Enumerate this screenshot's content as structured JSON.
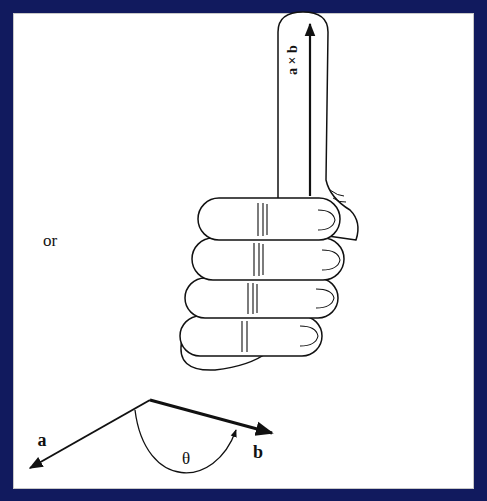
{
  "diagram": {
    "labels": [
      "or",
      "a × b",
      "a",
      "θ",
      "b"
    ]
  }
}
